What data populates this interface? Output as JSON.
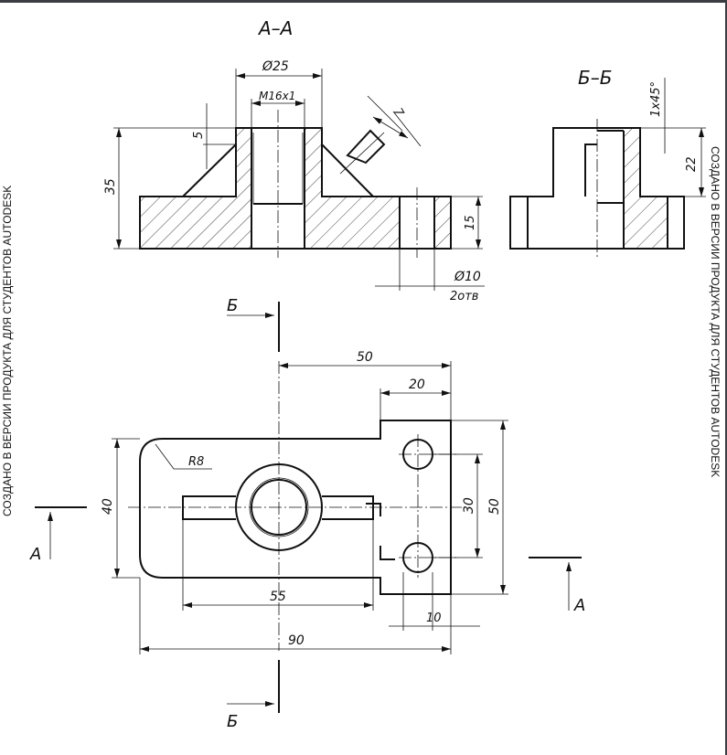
{
  "watermark": "СОЗДАНО В ВЕРСИИ ПРОДУКТА ДЛЯ СТУДЕНТОВ AUTODESK",
  "section_aa": {
    "title": "А–А",
    "dims": {
      "d25": "Ø25",
      "thread": "M16x1",
      "h35": "35",
      "h5": "5",
      "rib7": "7",
      "h15": "15",
      "d10": "Ø10",
      "holes": "2отв"
    }
  },
  "section_bb": {
    "title": "Б–Б",
    "dims": {
      "chamfer": "1x45°",
      "h22": "22"
    }
  },
  "plan": {
    "dims": {
      "w50": "50",
      "w20": "20",
      "r8": "R8",
      "h40": "40",
      "h30": "30",
      "h50": "50",
      "w55": "55",
      "w10": "10",
      "w90": "90"
    }
  },
  "markers": {
    "b_top": "Б",
    "b_bottom": "Б",
    "a_left": "А",
    "a_right": "А"
  }
}
